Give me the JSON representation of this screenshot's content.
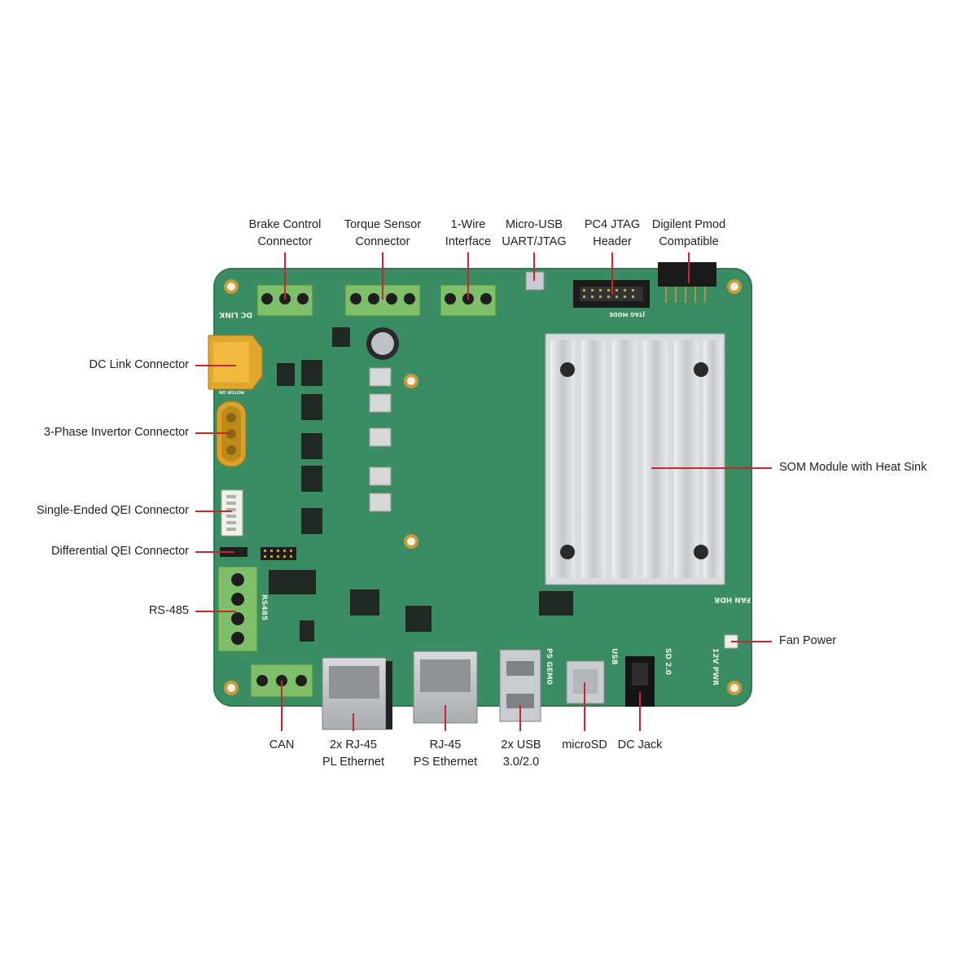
{
  "labels": {
    "brake": [
      "Brake Control",
      "Connector"
    ],
    "torque": [
      "Torque Sensor",
      "Connector"
    ],
    "onewire": [
      "1-Wire",
      "Interface"
    ],
    "microusb": [
      "Micro-USB",
      "UART/JTAG"
    ],
    "pc4": [
      "PC4 JTAG",
      "Header"
    ],
    "pmod": [
      "Digilent Pmod",
      "Compatible"
    ],
    "dclink": "DC Link Connector",
    "threephase": "3-Phase Invertor Connector",
    "qei_single": "Single-Ended QEI Connector",
    "qei_diff": "Differential QEI Connector",
    "rs485": "RS-485",
    "som": "SOM Module with Heat Sink",
    "fanpower": "Fan Power",
    "can": "CAN",
    "rj45_pl": [
      "2x RJ-45",
      "PL Ethernet"
    ],
    "rj45_ps": [
      "RJ-45",
      "PS Ethernet"
    ],
    "usb": [
      "2x USB",
      "3.0/2.0"
    ],
    "microsd": "microSD",
    "dcjack": "DC Jack"
  },
  "silkscreen": {
    "dc_link": "DC LINK",
    "rs485": "RS485",
    "jtag_mode": "JTAG MODE",
    "fan_hdr": "FAN HDR",
    "ps_gem0": "PS GEM0",
    "usb": "USB",
    "sd": "SD 2.0",
    "pwr": "12V PWR",
    "motor_on": "MOTOR ON"
  },
  "colors": {
    "pcb": "#3a8c62",
    "pcb_edge": "#2f7a54",
    "leader": "#c6262e",
    "terminal": "#7fbf6a",
    "gold": "#c99a3a",
    "heatsink": "#d9dcdf"
  }
}
